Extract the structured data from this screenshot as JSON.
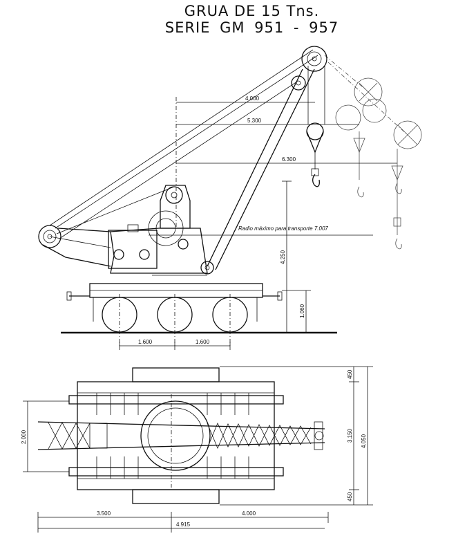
{
  "title": {
    "line1": "GRUA DE 15 Tns.",
    "line2": "SERIE GM 951 - 957"
  },
  "side_view": {
    "radius_labels": [
      "4.000",
      "5.300",
      "6.300"
    ],
    "transport_note": "Radio máximo para transporte 7.007",
    "height_labels": [
      "4.250",
      "1.060"
    ],
    "axle_spacing_labels": [
      "1.600",
      "1.600"
    ]
  },
  "plan_view": {
    "right_labels": [
      "450",
      "3.150",
      "450",
      "4.050"
    ],
    "left_label": "2.000",
    "bottom_labels": [
      "3.500",
      "4.000",
      "4.915"
    ]
  }
}
